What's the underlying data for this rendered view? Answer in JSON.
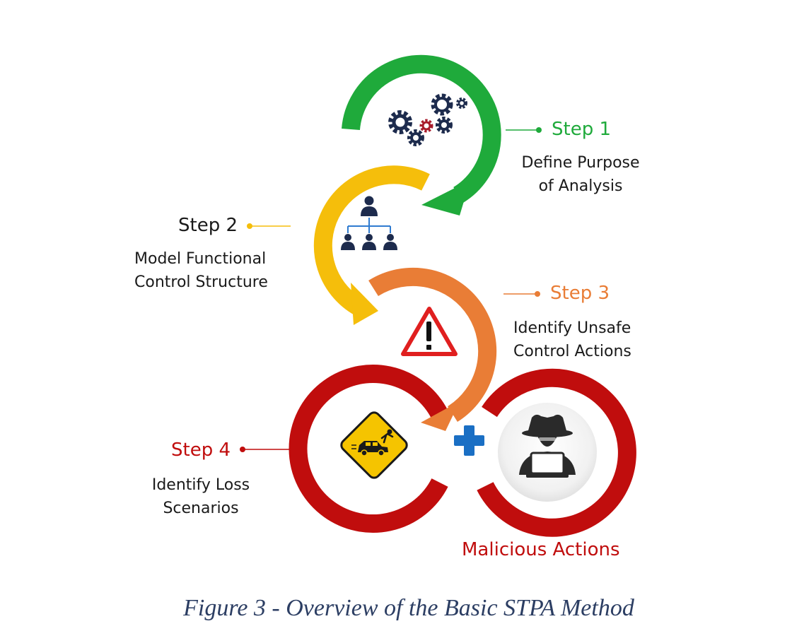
{
  "colors": {
    "step1": "#1faa3b",
    "step2": "#f5be0b",
    "step3": "#e97d36",
    "step4": "#c00d0d",
    "plus": "#1a6fc4",
    "icon_navy": "#1d2b4d",
    "icon_red": "#a81c2c"
  },
  "steps": [
    {
      "title": "Step 1",
      "desc_lines": [
        "Define Purpose",
        "of Analysis"
      ],
      "icon": "gears-icon"
    },
    {
      "title": "Step 2",
      "desc_lines": [
        "Model Functional",
        "Control Structure"
      ],
      "icon": "org-chart-icon"
    },
    {
      "title": "Step 3",
      "desc_lines": [
        "Identify Unsafe",
        "Control Actions"
      ],
      "icon": "warning-triangle-icon"
    },
    {
      "title": "Step 4",
      "desc_lines": [
        "Identify Loss",
        "Scenarios"
      ],
      "icon": "car-accident-sign-icon"
    }
  ],
  "malicious": {
    "label": "Malicious Actions",
    "icon": "hacker-icon"
  },
  "plus_icon": "plus-icon",
  "caption": "Figure 3 - Overview of the Basic STPA Method"
}
